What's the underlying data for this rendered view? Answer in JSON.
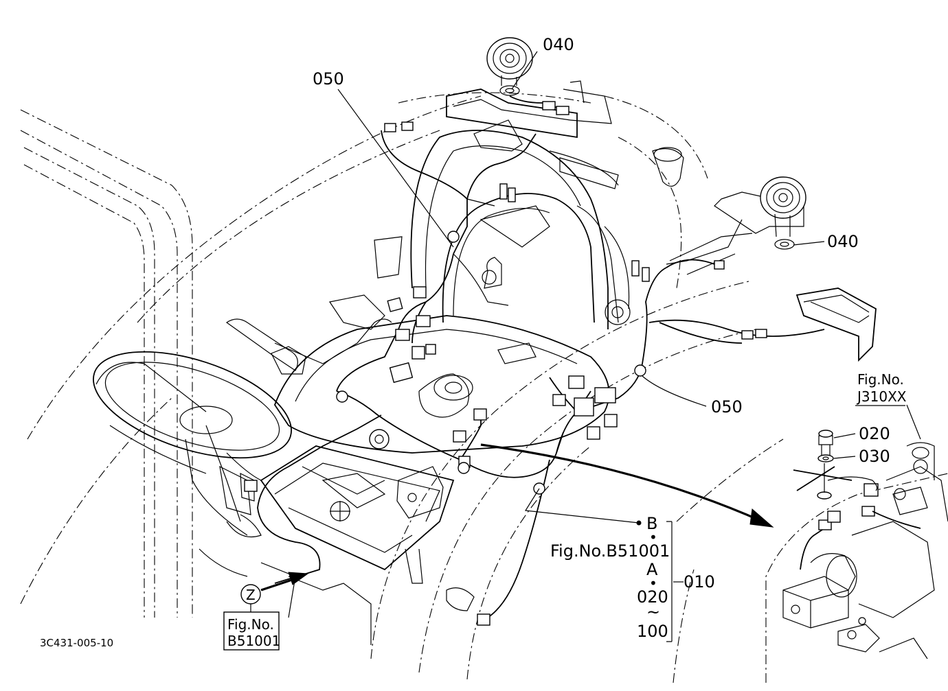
{
  "diagram": {
    "drawing_code": "3C431-005-10",
    "callouts": {
      "c010": "010",
      "c020": "020",
      "c030": "030",
      "c040_top": "040",
      "c040_right": "040",
      "c050_top": "050",
      "c050_right": "050"
    },
    "references": {
      "fig_b51001_inline": "Fig.No.B51001",
      "ref_b": "B",
      "ref_a": "A",
      "range_from": "020",
      "range_to": "100",
      "range_sep": "~",
      "bullet": "•",
      "figno_label_right": "Fig.No.",
      "figno_value_right": "J310XX",
      "figno_label_left": "Fig.No.",
      "figno_value_left": "B51001",
      "z_marker": "Z"
    }
  }
}
